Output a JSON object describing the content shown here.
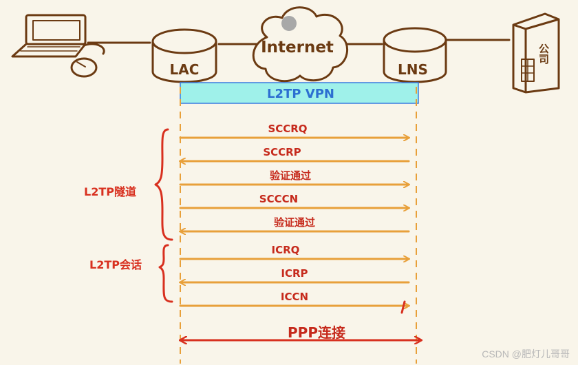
{
  "nodes": {
    "lac": "LAC",
    "internet": "Internet",
    "lns": "LNS",
    "company": "公司"
  },
  "vpn_label": "L2TP VPN",
  "messages": [
    {
      "label": "SCCRQ",
      "direction": "right"
    },
    {
      "label": "SCCRP",
      "direction": "left"
    },
    {
      "label": "验证通过",
      "direction": "right"
    },
    {
      "label": "SCCCN",
      "direction": "right"
    },
    {
      "label": "验证通过",
      "direction": "left"
    },
    {
      "label": "ICRQ",
      "direction": "right"
    },
    {
      "label": "ICRP",
      "direction": "left"
    },
    {
      "label": "ICCN",
      "direction": "right"
    }
  ],
  "groups": {
    "tunnel": "L2TP隧道",
    "session": "L2TP会话"
  },
  "ppp_label": "PPP连接",
  "watermark": "CSDN @肥灯儿哥哥",
  "colors": {
    "ink": "#6b3a12",
    "arrow": "#e8a03a",
    "red": "#d8301f",
    "vpn_fill": "#9ff1ea",
    "vpn_border": "#3a7be0",
    "grey": "#a8a8a8"
  }
}
